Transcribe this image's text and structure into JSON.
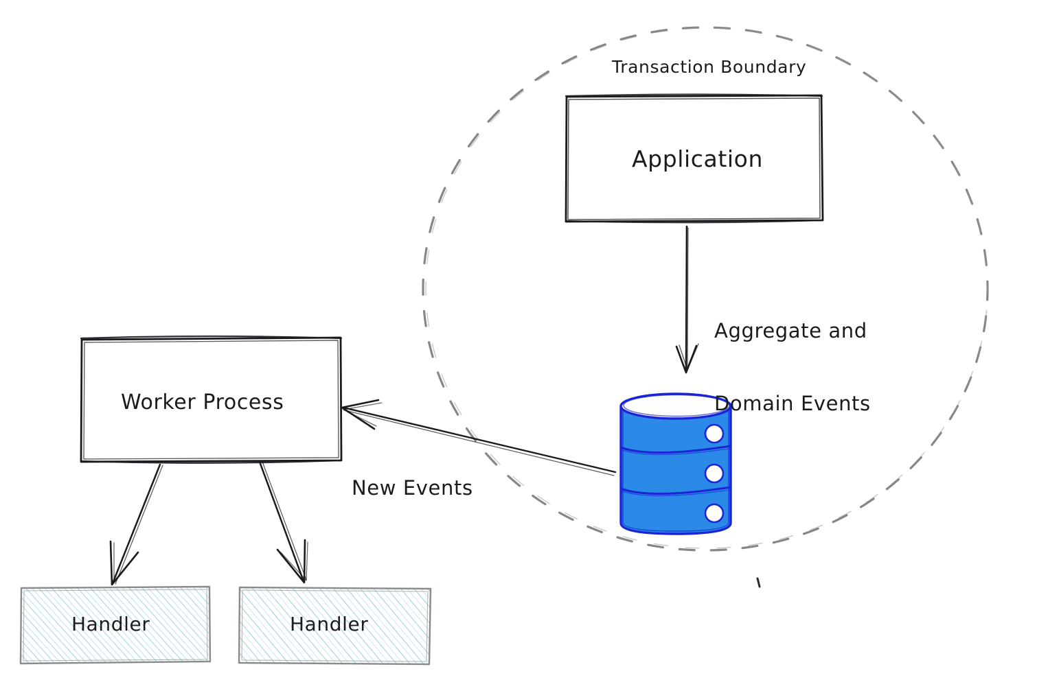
{
  "diagram": {
    "title": "Transaction Boundary with Application, Event Store and Worker Process",
    "background": "#ffffff",
    "style": "hand-drawn",
    "colors": {
      "stroke": "#1b1b1f",
      "boundary_dash": "#868686",
      "database_fill": "#2b8ae8",
      "database_stroke": "#1a25d6",
      "handler_hatch": "#76c3d4",
      "handler_border": "#8b8b8b"
    }
  },
  "boundary": {
    "label": "Transaction Boundary",
    "shape": "dashed-circle"
  },
  "nodes": {
    "application": {
      "label": "Application",
      "shape": "rectangle"
    },
    "database": {
      "label": "",
      "shape": "cylinder",
      "tiers": 3,
      "icon": "database-icon"
    },
    "worker": {
      "label": "Worker Process",
      "shape": "rectangle"
    },
    "handlers": [
      {
        "label": "Handler",
        "shape": "rectangle",
        "fill": "hachure"
      },
      {
        "label": "Handler",
        "shape": "rectangle",
        "fill": "hachure"
      }
    ]
  },
  "edges": [
    {
      "id": "app-to-db",
      "label": "Aggregate and\nDomain Events",
      "label_line_1": "Aggregate and",
      "label_line_2": "Domain Events",
      "from": "application",
      "to": "database",
      "direction": "down"
    },
    {
      "id": "db-to-worker",
      "label": "New Events",
      "from": "database",
      "to": "worker",
      "direction": "left"
    },
    {
      "id": "worker-to-handler-1",
      "label": "",
      "from": "worker",
      "to": "handler-1",
      "direction": "down-left"
    },
    {
      "id": "worker-to-handler-2",
      "label": "",
      "from": "worker",
      "to": "handler-2",
      "direction": "down-right"
    }
  ]
}
